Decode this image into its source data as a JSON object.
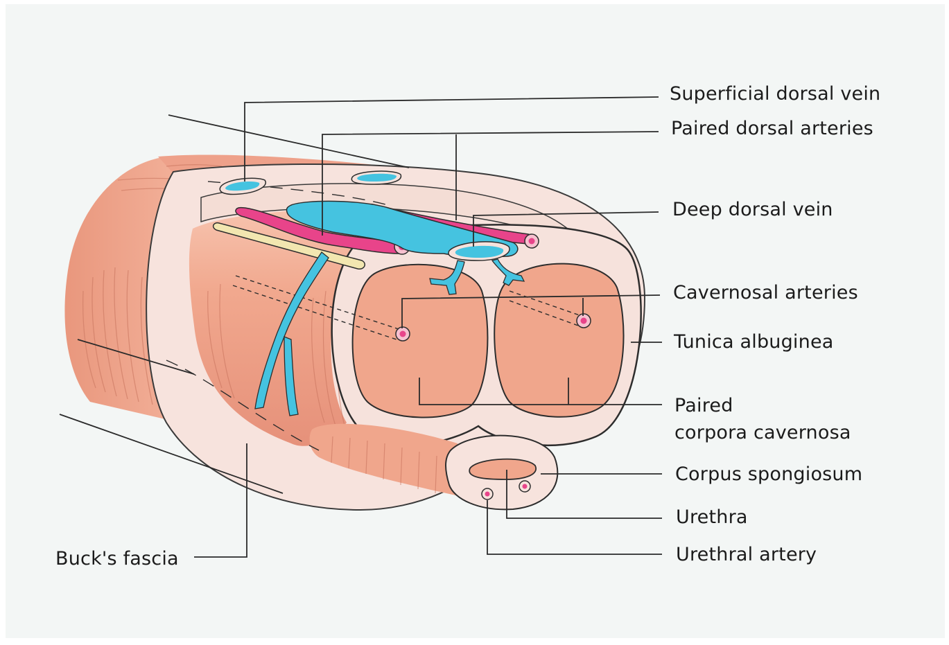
{
  "labels": {
    "superficial_dorsal_vein": "Superficial dorsal vein",
    "paired_dorsal_arteries": "Paired dorsal arteries",
    "deep_dorsal_vein": "Deep dorsal vein",
    "cavernosal_arteries": "Cavernosal arteries",
    "tunica_albuginea": "Tunica albuginea",
    "paired_corpora_cavernosa_line1": "Paired",
    "paired_corpora_cavernosa_line2": "corpora cavernosa",
    "corpus_spongiosum": "Corpus spongiosum",
    "urethra": "Urethra",
    "urethral_artery": "Urethral artery",
    "bucks_fascia": "Buck's fascia"
  },
  "colors": {
    "page_background": "#f3f6f5",
    "tissue": "#f0a68c",
    "tissue_dark": "#e38d72",
    "fascia": "#f6e3de",
    "vein": "#45c3e0",
    "artery": "#e8448a",
    "nerve": "#f2e6b0",
    "line": "#2a2a2a"
  }
}
